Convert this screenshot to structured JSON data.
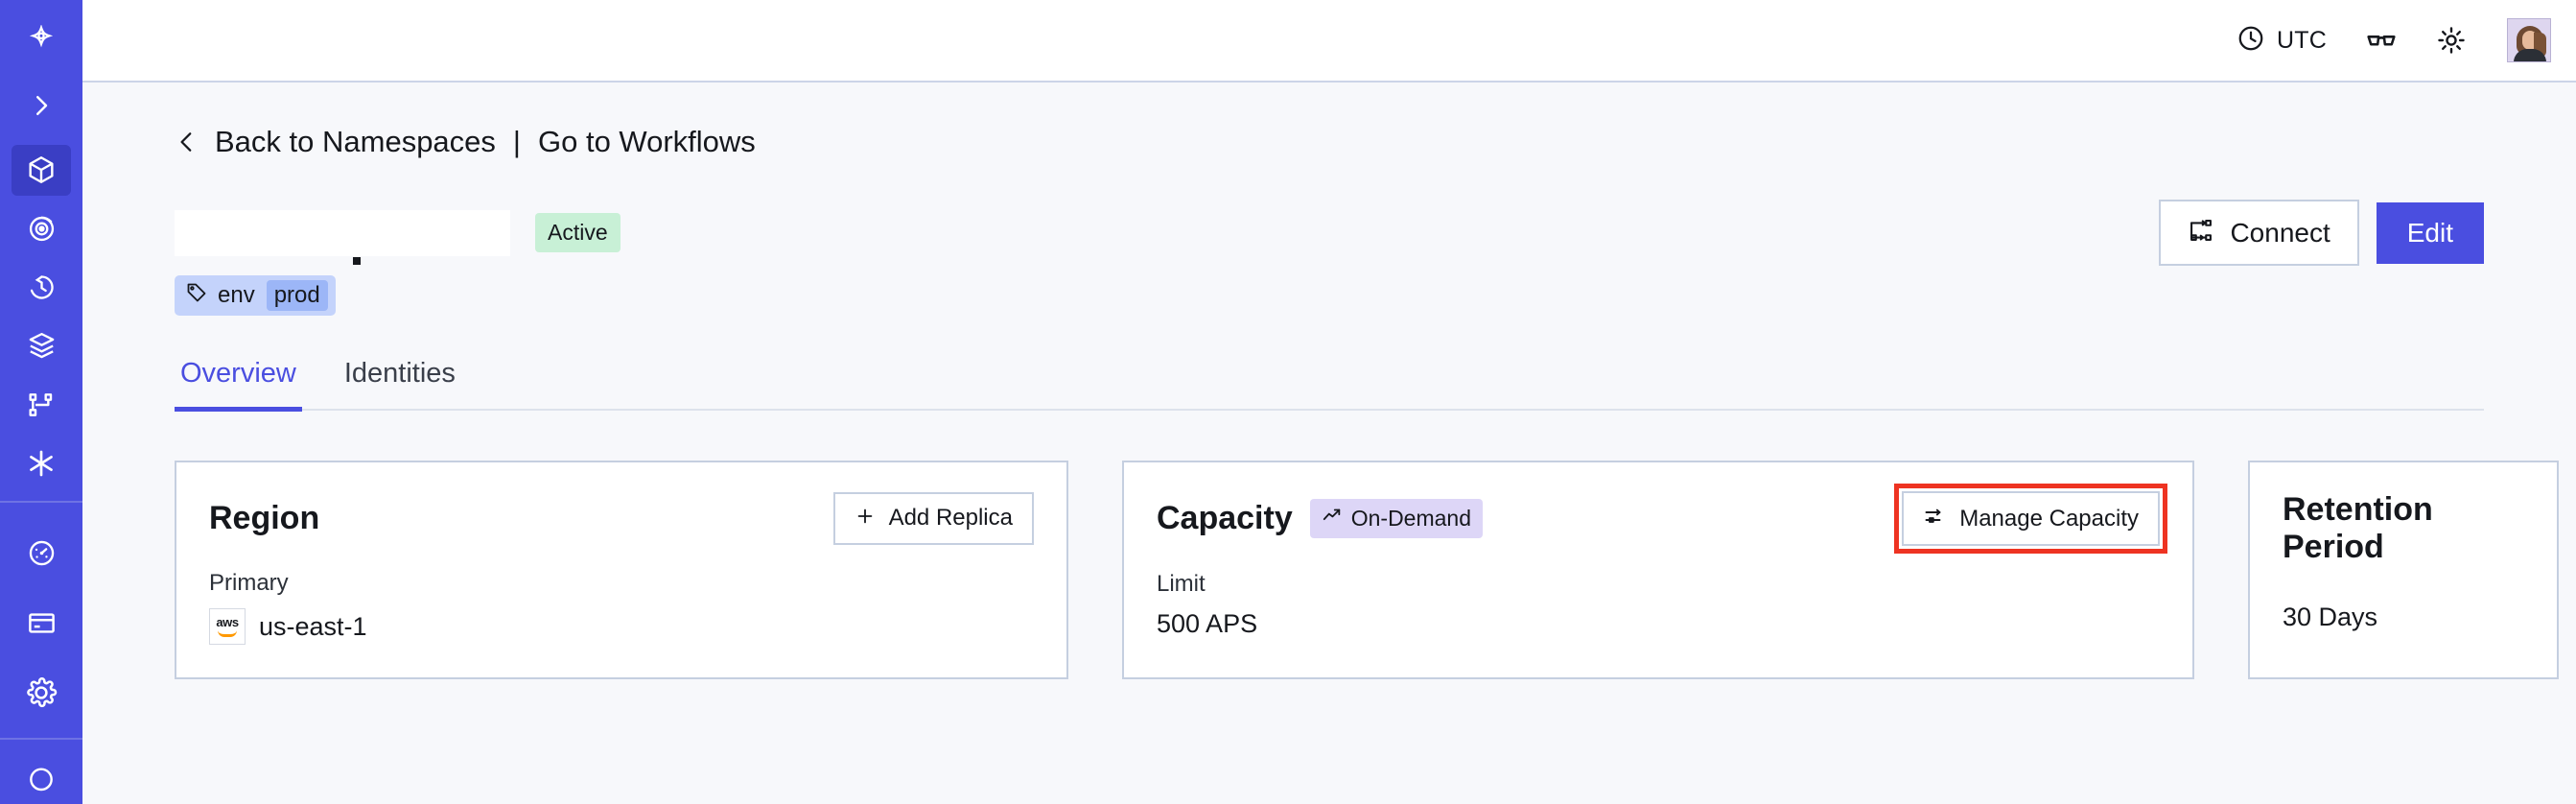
{
  "sidebar": {
    "brand_icon": "temporal-logo-icon",
    "items": [
      {
        "name": "expand-sidebar",
        "icon": "chevron-right-icon",
        "active": false
      },
      {
        "name": "namespaces",
        "icon": "cube-icon",
        "active": true
      },
      {
        "name": "observability",
        "icon": "eye-spiral-icon",
        "active": false
      },
      {
        "name": "history",
        "icon": "clock-rewind-icon",
        "active": false
      },
      {
        "name": "stack",
        "icon": "layers-icon",
        "active": false
      },
      {
        "name": "workflows",
        "icon": "git-branch-icon",
        "active": false
      },
      {
        "name": "nexus",
        "icon": "asterisk-icon",
        "active": false
      },
      {
        "name": "usage",
        "icon": "gauge-icon",
        "active": false
      },
      {
        "name": "billing",
        "icon": "credit-card-icon",
        "active": false
      },
      {
        "name": "settings",
        "icon": "gear-icon",
        "active": false
      }
    ]
  },
  "topbar": {
    "timezone_icon": "clock-icon",
    "timezone_label": "UTC",
    "glasses_icon": "glasses-icon",
    "theme_icon": "sun-icon",
    "avatar": "user-avatar"
  },
  "breadcrumb": {
    "back_icon": "chevron-left-icon",
    "back_label": "Back to Namespaces",
    "separator": "|",
    "forward_label": "Go to Workflows"
  },
  "header": {
    "namespace_name": "",
    "status": "Active",
    "connect_label": "Connect",
    "connect_icon": "connect-flow-icon",
    "edit_label": "Edit",
    "tags": [
      {
        "icon": "tag-icon",
        "key": "env",
        "value": "prod"
      }
    ]
  },
  "tabs": [
    {
      "label": "Overview",
      "active": true
    },
    {
      "label": "Identities",
      "active": false
    }
  ],
  "cards": {
    "region": {
      "title": "Region",
      "action_label": "Add Replica",
      "action_icon": "plus-icon",
      "sub_label": "Primary",
      "provider_icon": "aws-logo",
      "provider_text": "aws",
      "value": "us-east-1"
    },
    "capacity": {
      "title": "Capacity",
      "badge_icon": "trending-up-icon",
      "badge_label": "On-Demand",
      "action_label": "Manage Capacity",
      "action_icon": "sliders-icon",
      "sub_label": "Limit",
      "value": "500 APS"
    },
    "retention": {
      "title": "Retention Period",
      "value": "30 Days"
    }
  },
  "annotation": {
    "target": "manage-capacity-button",
    "color": "#ee3322"
  },
  "colors": {
    "sidebar_bg": "#4a4ee0",
    "accent": "#4a4ee0",
    "page_bg": "#f7f8fb",
    "card_border": "#c5cfe0",
    "status_active_bg": "#c8f0d6",
    "badge_ondemand_bg": "#ddd6f7",
    "tag_bg": "#c4d3fb",
    "tag_value_bg": "#9cb6f7",
    "annotation_red": "#ee3322"
  }
}
